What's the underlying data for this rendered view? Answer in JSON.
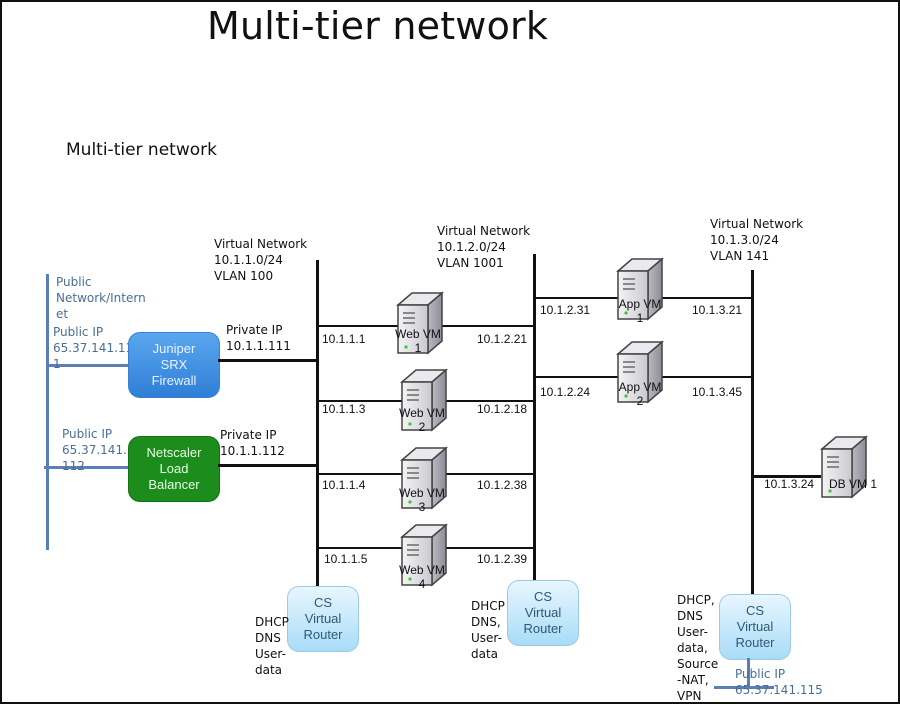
{
  "diagram": {
    "title": "Multi-tier network",
    "subtitle": "Multi-tier network",
    "public_network": {
      "label_line1": "Public",
      "label_line2": "Network/Intern",
      "label_line3": "et"
    },
    "firewall": {
      "name_line1": "Juniper",
      "name_line2": "SRX",
      "name_line3": "Firewall",
      "public_ip_label": "Public IP",
      "public_ip_line1": "65.37.141.11",
      "public_ip_line2": "1",
      "private_ip_label": "Private IP",
      "private_ip": "10.1.1.111",
      "color": "#2f7fd8"
    },
    "load_balancer": {
      "name_line1": "Netscaler",
      "name_line2": "Load",
      "name_line3": "Balancer",
      "public_ip_label": "Public IP",
      "public_ip_line1": "65.37.141.",
      "public_ip_line2": "112",
      "private_ip_label": "Private IP",
      "private_ip": "10.1.1.112",
      "color": "#1c8c1c"
    },
    "networks": [
      {
        "label": "Virtual Network",
        "cidr": "10.1.1.0/24",
        "vlan": "VLAN 100"
      },
      {
        "label": "Virtual Network",
        "cidr": "10.1.2.0/24",
        "vlan": "VLAN 1001"
      },
      {
        "label": "Virtual Network",
        "cidr": "10.1.3.0/24",
        "vlan": "VLAN 141"
      }
    ],
    "web_vms": [
      {
        "name": "Web VM\n1",
        "ip_left": "10.1.1.1",
        "ip_right": "10.1.2.21"
      },
      {
        "name": "Web VM\n2",
        "ip_left": "10.1.1.3",
        "ip_right": "10.1.2.18"
      },
      {
        "name": "Web VM\n3",
        "ip_left": "10.1.1.4",
        "ip_right": "10.1.2.38"
      },
      {
        "name": "Web VM\n4",
        "ip_left": "10.1.1.5",
        "ip_right": "10.1.2.39"
      }
    ],
    "app_vms": [
      {
        "name": "App VM\n1",
        "ip_left": "10.1.2.31",
        "ip_right": "10.1.3.21"
      },
      {
        "name": "App VM\n2",
        "ip_left": "10.1.2.24",
        "ip_right": "10.1.3.45"
      }
    ],
    "db_vm": {
      "name": "DB VM 1",
      "ip": "10.1.3.24"
    },
    "routers": [
      {
        "name_line1": "CS",
        "name_line2": "Virtual",
        "name_line3": "Router",
        "services": "DHCP\nDNS\nUser-\ndata"
      },
      {
        "name_line1": "CS",
        "name_line2": "Virtual",
        "name_line3": "Router",
        "services": "DHCP\nDNS,\nUser-\ndata"
      },
      {
        "name_line1": "CS",
        "name_line2": "Virtual",
        "name_line3": "Router",
        "services": "DHCP,\nDNS\nUser-\ndata,\nSource\n-NAT,\nVPN",
        "public_ip_label": "Public IP",
        "public_ip": "65.37.141.115"
      }
    ]
  }
}
